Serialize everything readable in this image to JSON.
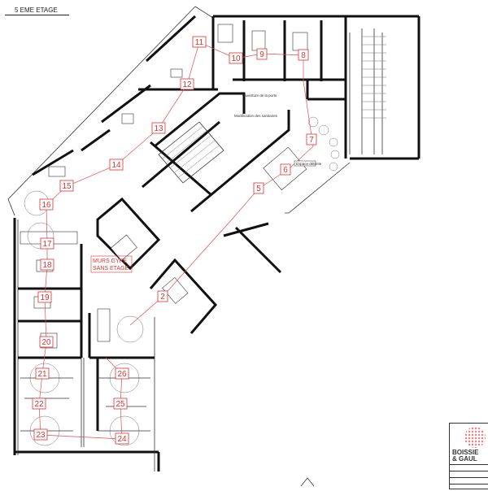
{
  "title": "5 EME ETAGE",
  "rooms": {
    "r2": "2",
    "r5": "5",
    "r6": "6",
    "r7": "7",
    "r8": "8",
    "r9": "9",
    "r10": "10",
    "r11": "11",
    "r12": "12",
    "r13": "13",
    "r14": "14",
    "r15": "15",
    "r16": "16",
    "r17": "17",
    "r18": "18",
    "r19": "19",
    "r20": "20",
    "r21": "21",
    "r22": "22",
    "r23": "23",
    "r24": "24",
    "r25": "25",
    "r26": "26"
  },
  "notes": {
    "door_opening": "Ouverture de la porte",
    "modification": "Modification des sanitaires",
    "lounge": "Espace détente",
    "gypsum_line1": "MURS GYPE",
    "gypsum_line2": "SANS ETAGE"
  },
  "title_block": {
    "brand_line1": "BOISSIE",
    "brand_line2": "& GAUL"
  },
  "colors": {
    "annotation": "#d33",
    "walls": "#111"
  }
}
